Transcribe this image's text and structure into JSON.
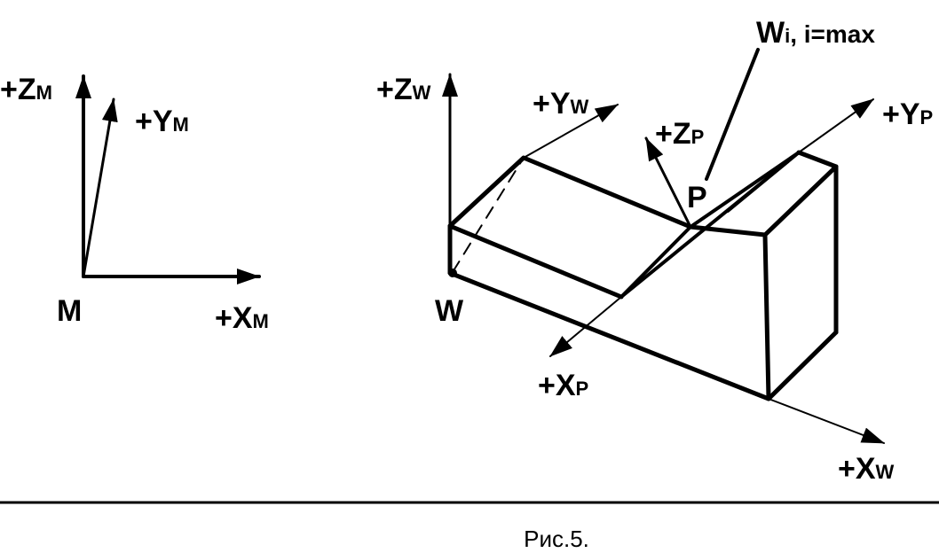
{
  "machine_frame": {
    "origin": "M",
    "z_axis": {
      "sign": "+",
      "letter": "Z",
      "subscript": "M"
    },
    "y_axis": {
      "sign": "+",
      "letter": "Y",
      "subscript": "M"
    },
    "x_axis": {
      "sign": "+",
      "letter": "X",
      "subscript": "M"
    }
  },
  "workpiece_frame": {
    "origin": "W",
    "z_axis": {
      "sign": "+",
      "letter": "Z",
      "subscript": "W"
    },
    "y_axis": {
      "sign": "+",
      "letter": "Y",
      "subscript": "W"
    },
    "x_axis": {
      "sign": "+",
      "letter": "X",
      "subscript": "W"
    }
  },
  "point_frame": {
    "point": "P",
    "z_axis": {
      "sign": "+",
      "letter": "Z",
      "subscript": "P"
    },
    "y_axis": {
      "sign": "+",
      "letter": "Y",
      "subscript": "P"
    },
    "x_axis": {
      "sign": "+",
      "letter": "X",
      "subscript": "P"
    }
  },
  "callout": {
    "main": "W",
    "subscript": "i",
    "suffix": ", i=max"
  },
  "caption": "Рис.5."
}
